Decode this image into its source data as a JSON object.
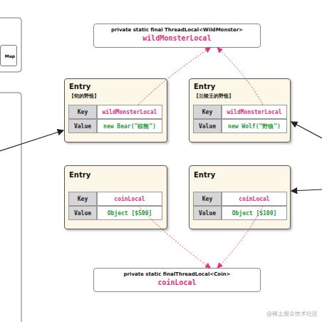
{
  "diagram": {
    "nodes": [
      {
        "text": [
          "Map"
        ]
      },
      {
        "text": [
          "private static final ThreadLocal<WildMonster>",
          "wildMonsterLocal"
        ]
      },
      {
        "text": [
          "Entry",
          "【铠的野怪】"
        ]
      },
      {
        "text": [
          "Key"
        ],
        "in": 2
      },
      {
        "text": [
          "wildMonsterLocal"
        ],
        "in": 2
      },
      {
        "text": [
          "Value"
        ],
        "in": 2
      },
      {
        "text": [
          "new Bear(\"棕熊\")"
        ],
        "in": 2
      },
      {
        "text": [
          "Entry",
          "【兰陵王的野怪】"
        ]
      },
      {
        "text": [
          "Key"
        ],
        "in": 7
      },
      {
        "text": [
          "wildMonsterLocal"
        ],
        "in": 7
      },
      {
        "text": [
          "Value"
        ],
        "in": 7
      },
      {
        "text": [
          "new Wolf(\"野狼\")"
        ],
        "in": 7
      },
      {
        "text": [
          "Entry"
        ]
      },
      {
        "text": [
          "Key"
        ],
        "in": 12
      },
      {
        "text": [
          "coinLocal"
        ],
        "in": 12
      },
      {
        "text": [
          "Value"
        ],
        "in": 12
      },
      {
        "text": [
          "Object [$500]"
        ],
        "in": 12
      },
      {
        "text": [
          "Entry"
        ]
      },
      {
        "text": [
          "Key"
        ],
        "in": 17
      },
      {
        "text": [
          "coinLocal"
        ],
        "in": 17
      },
      {
        "text": [
          "Value"
        ],
        "in": 17
      },
      {
        "text": [
          "Object [$100]"
        ],
        "in": 17
      },
      {
        "text": [
          "private static finalThreadLocal<Coin>",
          "coinLocal"
        ]
      }
    ],
    "edges": [
      {
        "from": 4,
        "to": 1,
        "arrow": "to"
      },
      {
        "from": 9,
        "to": 1,
        "arrow": "to"
      },
      {
        "from": 14,
        "to": 22,
        "arrow": "to"
      },
      {
        "from": 19,
        "to": 22,
        "arrow": "to"
      }
    ],
    "labels": [
      "@稀土掘金技术社区"
    ]
  }
}
